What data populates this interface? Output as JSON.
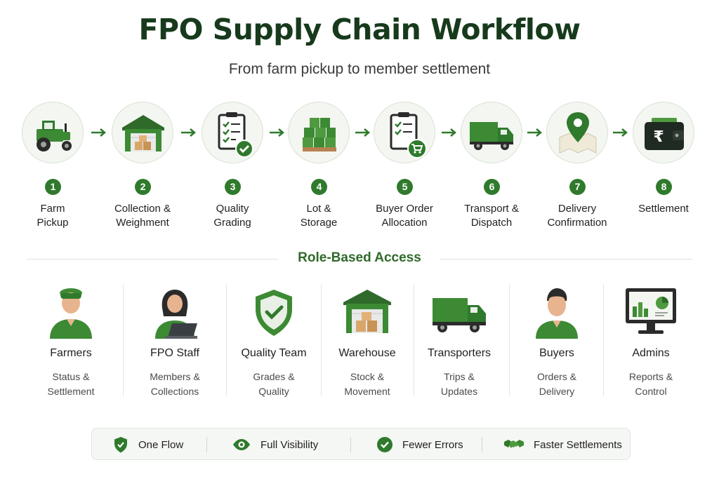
{
  "header": {
    "title": "FPO Supply Chain Workflow",
    "subtitle": "From farm pickup to member settlement"
  },
  "steps": [
    {
      "number": "1",
      "label_line1": "Farm",
      "label_line2": "Pickup",
      "icon": "tractor-icon"
    },
    {
      "number": "2",
      "label_line1": "Collection &",
      "label_line2": "Weighment",
      "icon": "warehouse-icon"
    },
    {
      "number": "3",
      "label_line1": "Quality",
      "label_line2": "Grading",
      "icon": "checklist-icon"
    },
    {
      "number": "4",
      "label_line1": "Lot &",
      "label_line2": "Storage",
      "icon": "pallet-stack-icon"
    },
    {
      "number": "5",
      "label_line1": "Buyer Order",
      "label_line2": "Allocation",
      "icon": "order-cart-icon"
    },
    {
      "number": "6",
      "label_line1": "Transport &",
      "label_line2": "Dispatch",
      "icon": "truck-icon"
    },
    {
      "number": "7",
      "label_line1": "Delivery",
      "label_line2": "Confirmation",
      "icon": "map-pin-icon"
    },
    {
      "number": "8",
      "label_line1": "Settlement",
      "label_line2": "",
      "icon": "rupee-wallet-icon"
    }
  ],
  "roles_section": {
    "title": "Role-Based Access",
    "roles": [
      {
        "name": "Farmers",
        "desc_line1": "Status &",
        "desc_line2": "Settlement",
        "icon": "farmer-icon"
      },
      {
        "name": "FPO Staff",
        "desc_line1": "Members &",
        "desc_line2": "Collections",
        "icon": "staff-laptop-icon"
      },
      {
        "name": "Quality Team",
        "desc_line1": "Grades &",
        "desc_line2": "Quality",
        "icon": "shield-check-icon"
      },
      {
        "name": "Warehouse",
        "desc_line1": "Stock &",
        "desc_line2": "Movement",
        "icon": "warehouse-icon"
      },
      {
        "name": "Transporters",
        "desc_line1": "Trips &",
        "desc_line2": "Updates",
        "icon": "truck-icon"
      },
      {
        "name": "Buyers",
        "desc_line1": "Orders &",
        "desc_line2": "Delivery",
        "icon": "buyer-icon"
      },
      {
        "name": "Admins",
        "desc_line1": "Reports &",
        "desc_line2": "Control",
        "icon": "monitor-chart-icon"
      }
    ]
  },
  "benefits": [
    {
      "label": "One Flow",
      "icon": "shield-check-icon"
    },
    {
      "label": "Full Visibility",
      "icon": "eye-icon"
    },
    {
      "label": "Fewer Errors",
      "icon": "check-circle-icon"
    },
    {
      "label": "Faster Settlements",
      "icon": "handshake-icon"
    }
  ],
  "colors": {
    "primary_green": "#2f7a2c",
    "dark_green": "#173a1c",
    "light_bg": "#f3f6f1"
  }
}
